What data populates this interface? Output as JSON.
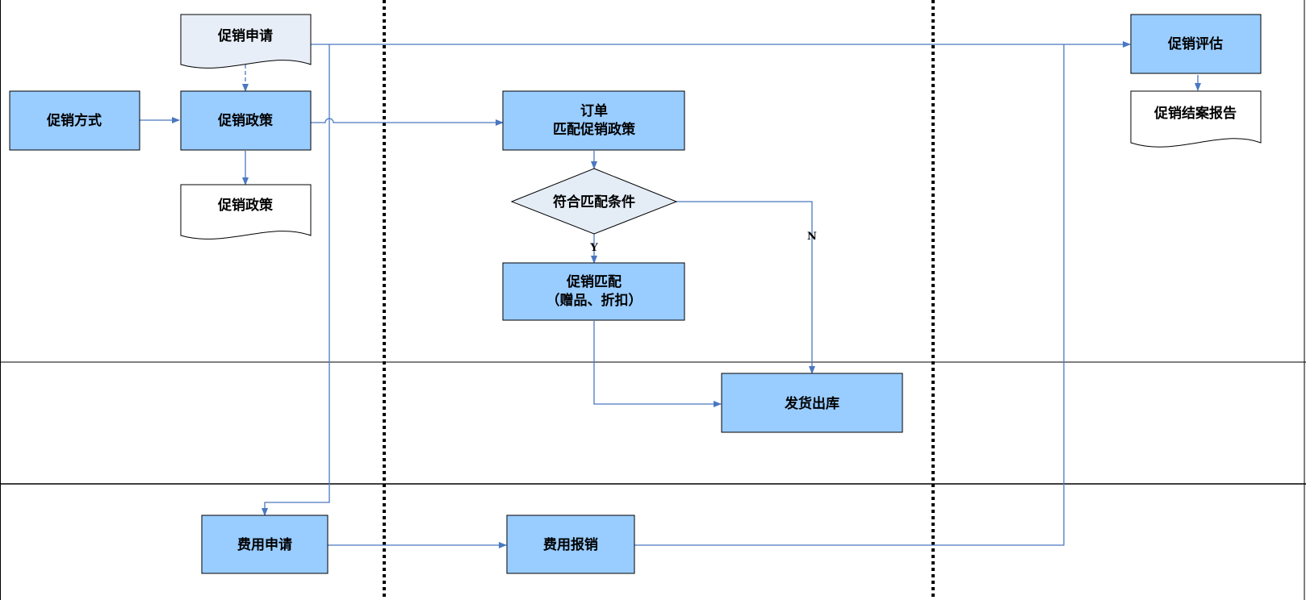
{
  "nodes": {
    "promo_request": "促销申请",
    "promo_method": "促销方式",
    "promo_policy": "促销政策",
    "promo_policy_doc": "促销政策",
    "order_match_line1": "订单",
    "order_match_line2": "匹配促销政策",
    "match_condition": "符合匹配条件",
    "promo_match_line1": "促销匹配",
    "promo_match_line2": "（赠品、折扣）",
    "ship_out": "发货出库",
    "promo_eval": "促销评估",
    "promo_report": "促销结案报告",
    "expense_request": "费用申请",
    "expense_reimburse": "费用报销"
  },
  "edge_labels": {
    "yes": "Y",
    "no": "N"
  },
  "colors": {
    "process_fill": "#99ccff",
    "doc_fill_light": "#e8eef8",
    "doc_fill_white": "#ffffff",
    "decision_fill": "#e4ecf6",
    "connector": "#4a78c0",
    "border": "#000000"
  }
}
